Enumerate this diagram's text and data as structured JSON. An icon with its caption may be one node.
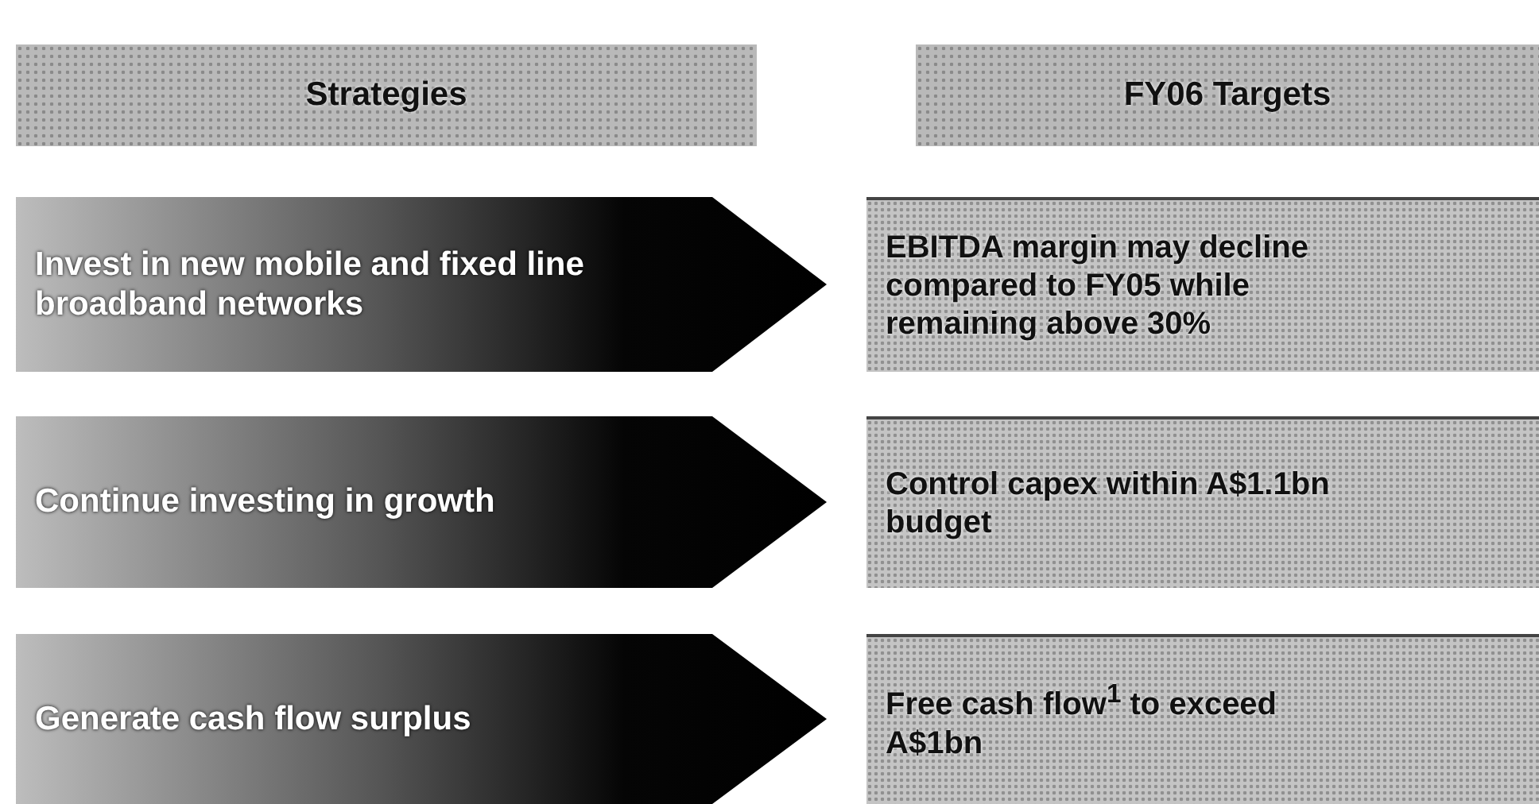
{
  "diagram": {
    "nodes": [
      {
        "text": [
          "Strategies"
        ]
      },
      {
        "text": [
          "FY06 Targets"
        ]
      },
      {
        "text": [
          "Invest in new mobile and fixed line broadband networks"
        ]
      },
      {
        "text": [
          "EBITDA margin may decline compared to FY05 while remaining above 30%"
        ]
      },
      {
        "text": [
          "Continue investing in growth"
        ]
      },
      {
        "text": [
          "Control capex within A$1.1bn budget"
        ]
      },
      {
        "text": [
          "Generate cash flow surplus"
        ]
      },
      {
        "text": [
          "Free cash flow$^{1}$ to exceed A$1bn"
        ]
      }
    ]
  }
}
